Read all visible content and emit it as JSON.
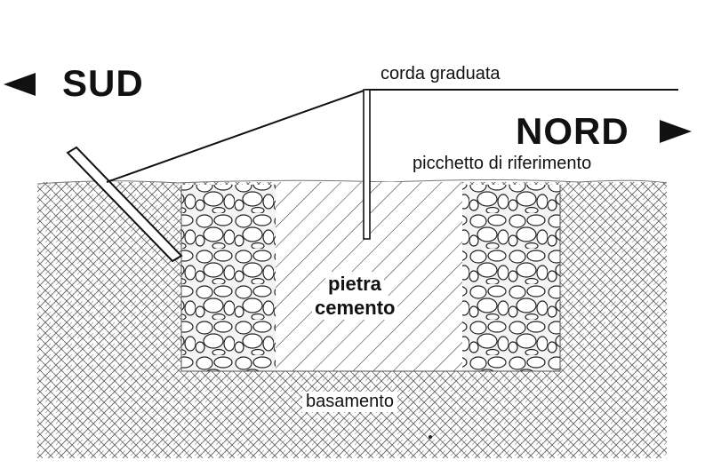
{
  "labels": {
    "south": "SUD",
    "north": "NORD",
    "rope": "corda graduata",
    "stake": "picchetto di riferimento",
    "core_line1": "pietra",
    "core_line2": "cemento",
    "foundation": "basamento"
  },
  "icons": {
    "south_arrow": "arrow-left-icon",
    "north_arrow": "arrow-right-icon"
  },
  "colors": {
    "ink": "#111111",
    "paper": "#ffffff",
    "hatch": "#555555"
  }
}
